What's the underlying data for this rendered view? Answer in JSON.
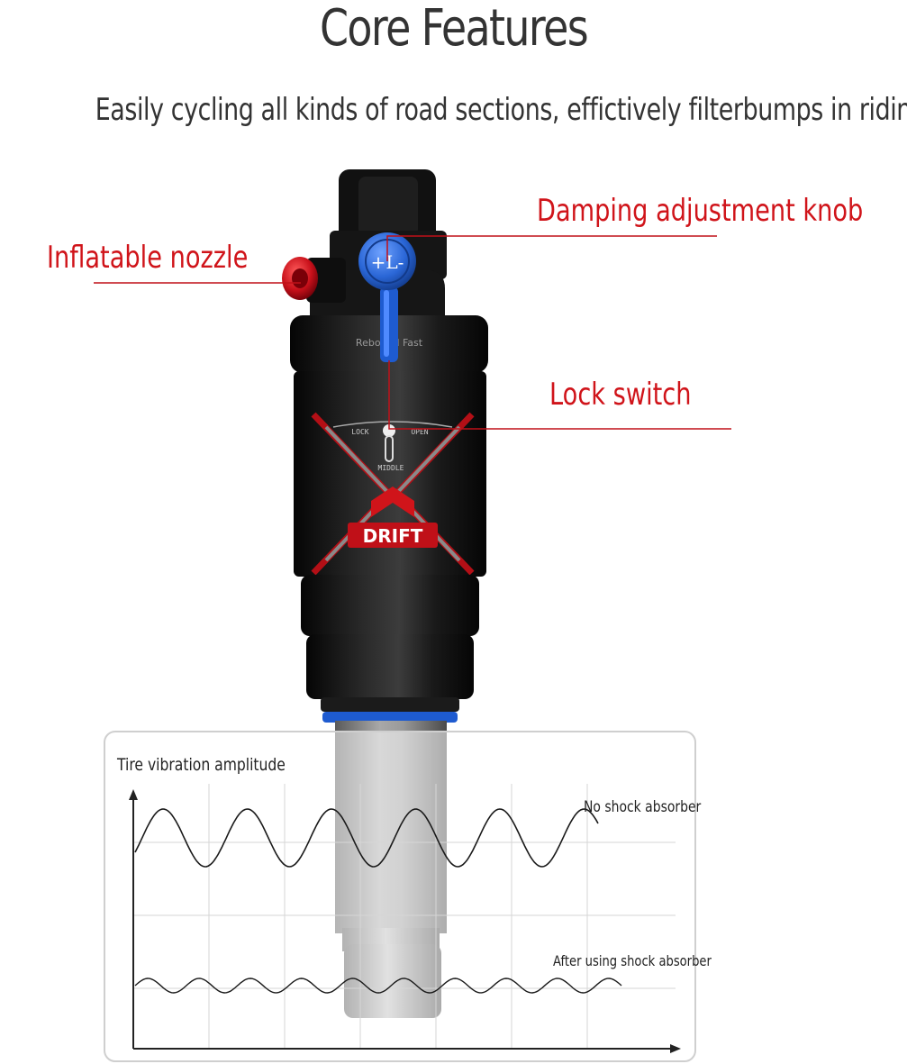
{
  "header": {
    "title": "Core Features",
    "subtitle": "Easily cycling all kinds of road sections, effictively filterbumps  in riding"
  },
  "callouts": {
    "damping": "Damping adjustment knob",
    "nozzle": "Inflatable nozzle",
    "lock": "Lock switch"
  },
  "product": {
    "brand": "DRIFT",
    "knob_marking": "+L-",
    "lock_labels": [
      "LOCK",
      "OPEN",
      "MIDDLE"
    ],
    "collar_text": "Rebound Fast"
  },
  "chart": {
    "ylabel": "Tire vibration amplitude",
    "series": [
      {
        "name": "No shock absorber",
        "cycles": 5.5,
        "amplitude": "high"
      },
      {
        "name": "After using shock absorber",
        "cycles": 9.5,
        "amplitude": "low"
      }
    ]
  },
  "colors": {
    "callout_red": "#d0141a",
    "heading_gray": "#333333",
    "shock_body": "#141414",
    "knob_blue": "#2a66d6",
    "nozzle_red": "#c8101a",
    "shaft_gray": "#8a8a8a"
  }
}
